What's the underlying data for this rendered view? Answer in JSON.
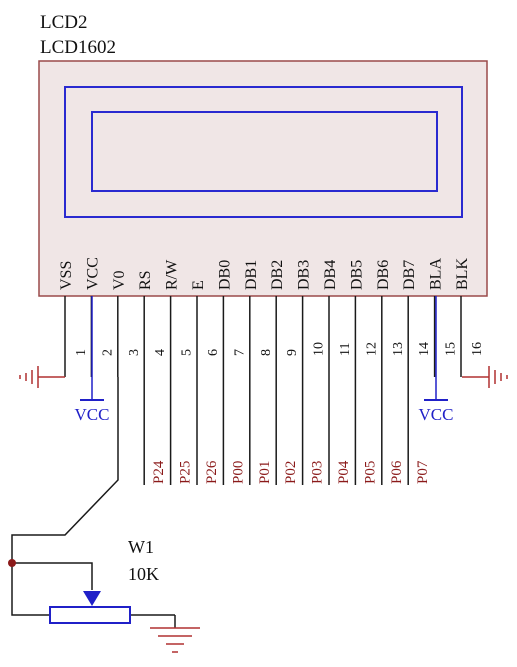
{
  "component": {
    "designator": "LCD2",
    "part": "LCD1602"
  },
  "pins": [
    {
      "name": "VSS",
      "number": "1"
    },
    {
      "name": "VCC",
      "number": "2"
    },
    {
      "name": "V0",
      "number": "3"
    },
    {
      "name": "RS",
      "number": "4"
    },
    {
      "name": "R/W",
      "number": "5"
    },
    {
      "name": "E",
      "number": "6"
    },
    {
      "name": "DB0",
      "number": "7"
    },
    {
      "name": "DB1",
      "number": "8"
    },
    {
      "name": "DB2",
      "number": "9"
    },
    {
      "name": "DB3",
      "number": "10"
    },
    {
      "name": "DB4",
      "number": "11"
    },
    {
      "name": "DB5",
      "number": "12"
    },
    {
      "name": "DB6",
      "number": "13"
    },
    {
      "name": "DB7",
      "number": "14"
    },
    {
      "name": "BLA",
      "number": "15"
    },
    {
      "name": "BLK",
      "number": "16"
    }
  ],
  "net_labels": [
    "P24",
    "P25",
    "P26",
    "P00",
    "P01",
    "P02",
    "P03",
    "P04",
    "P05",
    "P06",
    "P07"
  ],
  "power_labels": {
    "left": "VCC",
    "right": "VCC"
  },
  "potentiometer": {
    "designator": "W1",
    "value": "10K"
  },
  "colors": {
    "body_fill": "#f0e6e6",
    "body_stroke": "#9a4a4a",
    "screen_stroke": "#2a2ad0",
    "wire": "#1a1a1a",
    "net_label": "#8b1a1a",
    "power": "#2020c8",
    "ground": "#b03030",
    "junction": "#8b1a1a"
  }
}
